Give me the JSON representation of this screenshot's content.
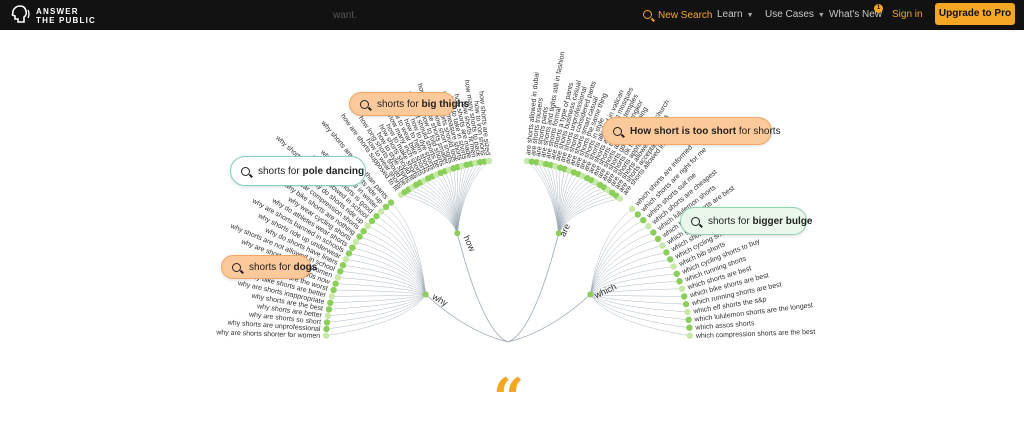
{
  "nav": {
    "logo_line1": "ANSWER",
    "logo_line2": "THE PUBLIC",
    "new_search": "New Search",
    "learn": "Learn",
    "use_cases": "Use Cases",
    "whats_new": "What's New",
    "whats_new_badge": "1",
    "sign_in": "Sign in",
    "upgrade": "Upgrade to Pro",
    "behind_text": "want."
  },
  "colors": {
    "accent": "#f5a623",
    "node": "#8bcf5a",
    "node_light": "#c7e8a8",
    "branch_line": "#9aa8b4"
  },
  "branches": [
    {
      "name": "why",
      "label": "why",
      "leaves": [
        "why are shorts shorter for women",
        "why shorts are unprofessional",
        "why are shorts so short",
        "why shorts are better",
        "why shorts are the best",
        "why are shorts inappropriate",
        "why bike shorts are better",
        "why cargo shorts are the worst",
        "why are shorts 100s now",
        "why are shorts so short women",
        "why shorts are not allowed in school",
        "why do shorts have liners",
        "why shorts ride up underwear",
        "why are shorts banned in schools",
        "why do athletes wear shorts",
        "why wear cycling shorts",
        "why bike shorts are nothing",
        "why wear compression shorts",
        "why do shorts ride up",
        "why shorts should be allowed in school",
        "why cycling shorts is good",
        "why wear shorts in winter",
        "why shorts ride up",
        "why shorts are better than pants"
      ]
    },
    {
      "name": "how",
      "label": "how",
      "leaves": [
        "how are shorts supposed to fit",
        "how to wear shorts",
        "how long shorts should be",
        "how to style shorts",
        "how shorts should fit",
        "how to make shorts",
        "how many inch shorts",
        "how to wear bike shorts",
        "how to hem shorts",
        "how to dye shorts",
        "how tight should shorts be",
        "how to fold shorts",
        "how to make shorts smaller",
        "how short shorts",
        "how shorts should look",
        "how to measure shorts",
        "how to take in shorts",
        "how shorts are made",
        "how shorts fit men",
        "how many shorts to pack",
        "how to iron shorts",
        "how shorts are sized"
      ]
    },
    {
      "name": "are",
      "label": "are",
      "leaves": [
        "are shorts allowed in dubai",
        "are shorts trousers",
        "are shorts pants",
        "are shorts and tights still in fashion",
        "are shorts formal",
        "are shorts a type of pants",
        "are shorts business casual",
        "are shorts unprofessional",
        "are shorts considered pants",
        "are shorts smart casual",
        "are shorts the same thing",
        "are shorts in style",
        "are shorts allowed in vatican",
        "are shorts allowed in mosques",
        "are shorts allowed in temples",
        "are shorts allowed in angkor",
        "are shorts good for running",
        "are shorts ok for work",
        "are shorts appropriate for church",
        "are shorts allowed on planes",
        "are shorts acceptable attire",
        "are shorts allowed in angkas"
      ]
    },
    {
      "name": "which",
      "label": "which",
      "leaves": [
        "which shorts are informed",
        "which shorts are right for me",
        "which shorts suit me",
        "which shorts are cheapest",
        "which lululemon shorts",
        "which boxer shorts are best",
        "which gym shorts",
        "which shorts to wear",
        "which cycling shorts",
        "which bib shorts",
        "which cycling shorts to buy",
        "which running shorts",
        "which shorts are best",
        "which bike shorts are best",
        "which running shorts are best",
        "which elf shorts the s&p",
        "which lululemon shorts are the longest",
        "which assos shorts",
        "which compression shorts are the best"
      ]
    }
  ],
  "bubbles": [
    {
      "prefix": "shorts for ",
      "term": "big thighs",
      "suffix": ""
    },
    {
      "prefix": "shorts for ",
      "term": "pole dancing",
      "suffix": ""
    },
    {
      "prefix": "shorts for ",
      "term": "dogs",
      "suffix": ""
    },
    {
      "prefix": "",
      "term": "How short is too short",
      "suffix": " for shorts"
    },
    {
      "prefix": "shorts for ",
      "term": "bigger bulge",
      "suffix": ""
    }
  ],
  "quote_mark": "“"
}
